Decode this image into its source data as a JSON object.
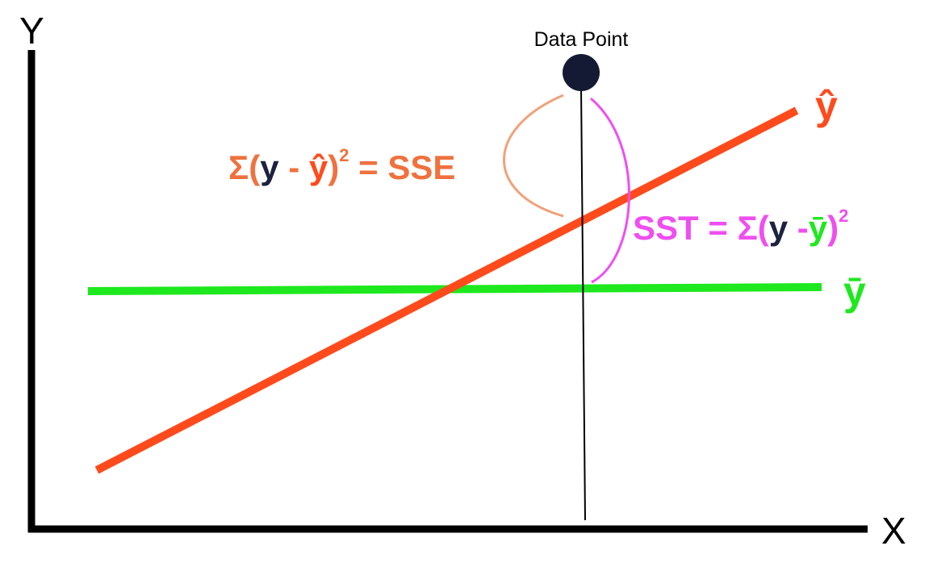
{
  "axes": {
    "x_label": "X",
    "y_label": "Y"
  },
  "data_point": {
    "label": "Data Point"
  },
  "lines": {
    "regression_label": "ŷ",
    "mean_label": "ȳ"
  },
  "sse_formula": {
    "sigma": "Σ",
    "open": "(",
    "y": "y",
    "minus": " - ",
    "yhat": "ŷ",
    "close": ")",
    "power": "2",
    "tail": " = SSE"
  },
  "sst_formula": {
    "head": "SST = ",
    "sigma": "Σ",
    "open": "(",
    "y": "y",
    "minus": " -",
    "ybar": "ȳ",
    "close": ")",
    "power": "2"
  },
  "colors": {
    "axis": "#000000",
    "regression": "#ff4a1c",
    "mean": "#1ee81e",
    "sse": "#f0713e",
    "sse_bracket": "#f0a27a",
    "sst": "#ef4ef0",
    "y_dark": "#1c2240",
    "point": "#141a33"
  }
}
